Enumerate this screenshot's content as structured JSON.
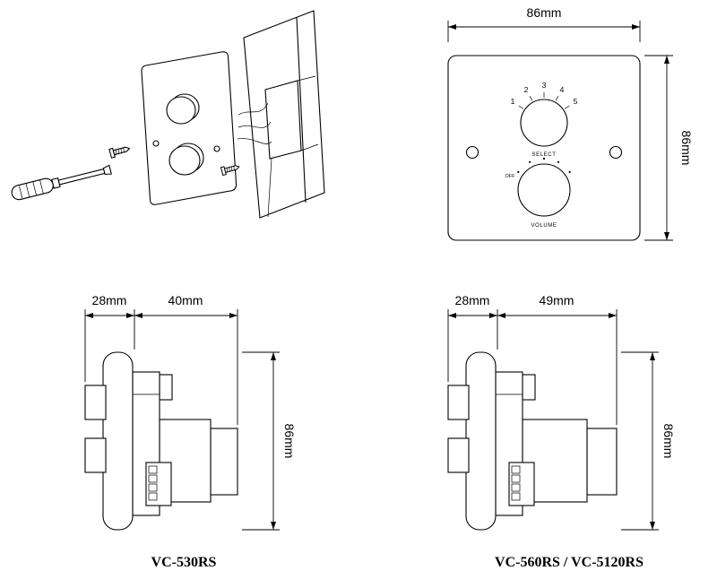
{
  "front_view": {
    "width_dim": "86mm",
    "height_dim": "86mm",
    "select_ticks": [
      "1",
      "2",
      "3",
      "4",
      "5"
    ],
    "select_label": "SELECT",
    "off_label": "OFF",
    "volume_label": "VOLUME"
  },
  "side_view_530": {
    "front_depth_dim": "28mm",
    "rear_depth_dim": "40mm",
    "height_dim": "86mm",
    "model": "VC-530RS"
  },
  "side_view_560": {
    "front_depth_dim": "28mm",
    "rear_depth_dim": "49mm",
    "height_dim": "86mm",
    "model": "VC-560RS / VC-5120RS"
  }
}
